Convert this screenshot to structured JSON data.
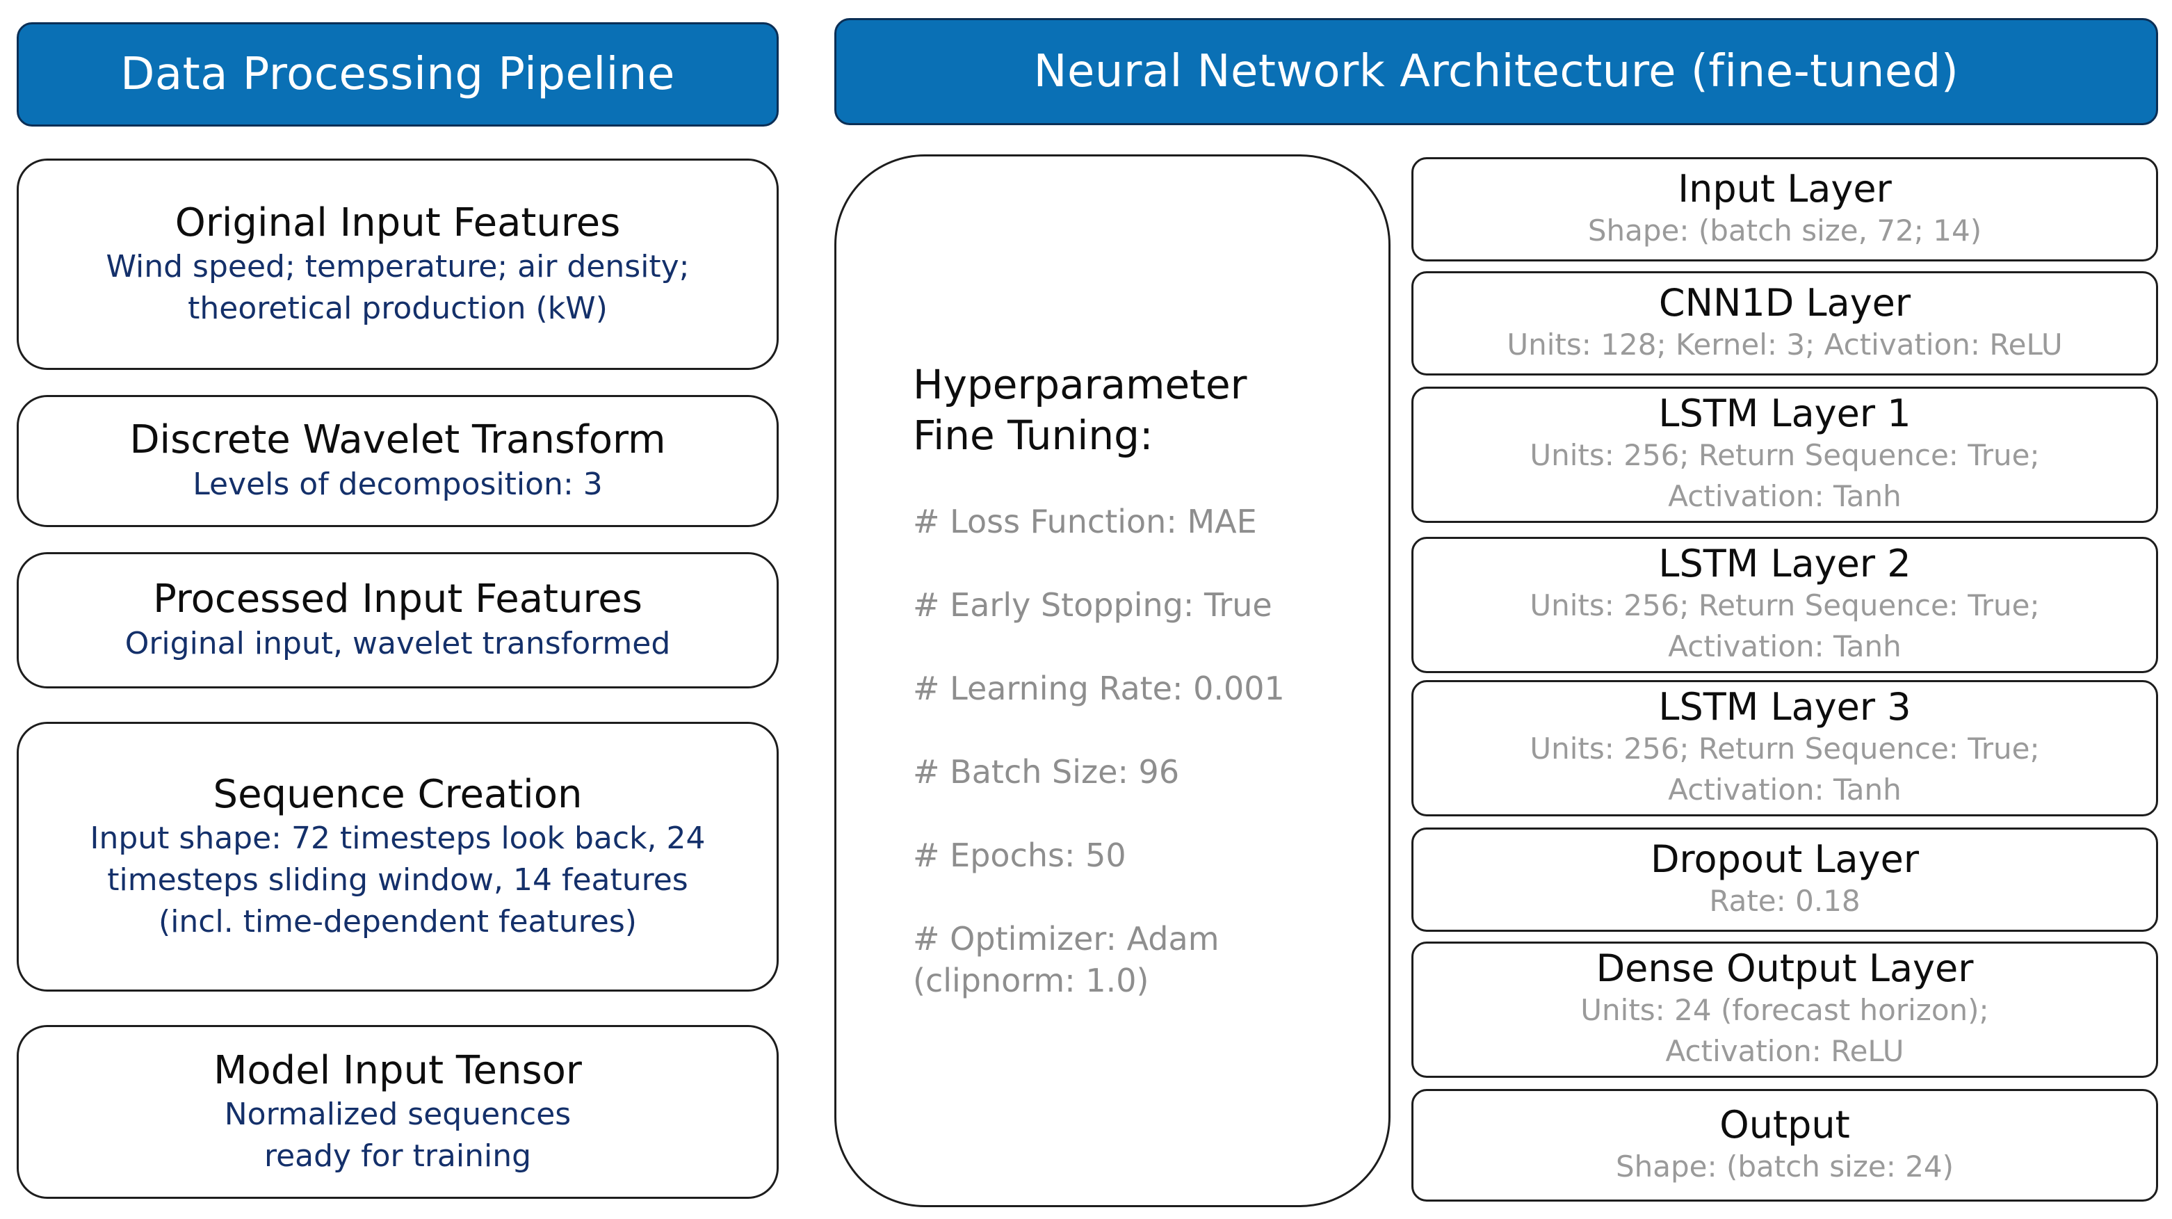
{
  "headers": {
    "left": "Data Processing Pipeline",
    "right": "Neural Network Architecture (fine-tuned)"
  },
  "pipeline": [
    {
      "title": "Original Input Features",
      "desc": "Wind speed; temperature; air density;\ntheoretical production (kW)"
    },
    {
      "title": "Discrete Wavelet Transform",
      "desc": "Levels of decomposition: 3"
    },
    {
      "title": "Processed Input Features",
      "desc": "Original input, wavelet transformed"
    },
    {
      "title": "Sequence Creation",
      "desc": "Input shape: 72 timesteps look back, 24\ntimesteps sliding window, 14 features\n(incl. time-dependent features)"
    },
    {
      "title": "Model Input Tensor",
      "desc": "Normalized sequences\nready for training"
    }
  ],
  "hyperparameters": {
    "title": "Hyperparameter\nFine Tuning:",
    "items": [
      "# Loss Function: MAE",
      "# Early Stopping: True",
      "# Learning Rate: 0.001",
      "# Batch Size: 96",
      "# Epochs: 50",
      "# Optimizer: Adam\n   (clipnorm: 1.0)"
    ]
  },
  "layers": [
    {
      "title": "Input Layer",
      "desc": "Shape: (batch size, 72; 14)"
    },
    {
      "title": "CNN1D Layer",
      "desc": "Units: 128; Kernel: 3; Activation: ReLU"
    },
    {
      "title": "LSTM Layer 1",
      "desc": "Units: 256; Return Sequence: True;\nActivation: Tanh"
    },
    {
      "title": "LSTM Layer 2",
      "desc": "Units: 256; Return Sequence: True;\nActivation: Tanh"
    },
    {
      "title": "LSTM Layer 3",
      "desc": "Units: 256; Return Sequence: True;\nActivation: Tanh"
    },
    {
      "title": "Dropout Layer",
      "desc": "Rate: 0.18"
    },
    {
      "title": "Dense Output Layer",
      "desc": "Units: 24 (forecast horizon);\nActivation: ReLU"
    },
    {
      "title": "Output",
      "desc": "Shape: (batch size: 24)"
    }
  ],
  "colors": {
    "header_fill": "#0a70b5",
    "header_border": "#0b2f56",
    "pipeline_desc": "#14306a",
    "layer_desc": "#9a9a9a",
    "hyper_item": "#8e8e8e"
  }
}
